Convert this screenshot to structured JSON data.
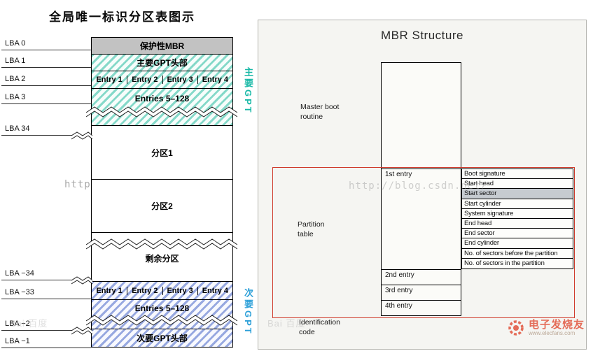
{
  "left_diagram": {
    "title": "全局唯一标识分区表图示",
    "lba_labels": [
      "LBA 0",
      "LBA 1",
      "LBA 2",
      "LBA 3",
      "LBA 34",
      "LBA −34",
      "LBA −33",
      "LBA −2",
      "LBA −1"
    ],
    "blocks": {
      "protective_mbr": "保护性MBR",
      "primary_gpt_header": "主要GPT头部",
      "primary_entries": [
        "Entry 1",
        "Entry 2",
        "Entry 3",
        "Entry 4"
      ],
      "primary_entries_rest": "Entries 5–128",
      "partition_1": "分区1",
      "partition_2": "分区2",
      "remaining_partitions": "剩余分区",
      "secondary_entries": [
        "Entry 1",
        "Entry 2",
        "Entry 3",
        "Entry 4"
      ],
      "secondary_entries_rest": "Entries 5–128",
      "secondary_gpt_header": "次要GPT头部"
    },
    "side_labels": {
      "primary_gpt": "主要GPT",
      "secondary_gpt": "次要GPT"
    },
    "colors": {
      "primary_stripe": "#85d9c9",
      "secondary_stripe": "#97a8e0",
      "protective_gray": "#c2c2c2",
      "primary_label": "#17b8a6",
      "secondary_label": "#2b9fd8"
    }
  },
  "right_diagram": {
    "title": "MBR Structure",
    "section_labels": {
      "master_boot": "Master boot routine",
      "partition_table": "Partition table",
      "identification": "Identification code"
    },
    "entries": [
      "1st entry",
      "2nd entry",
      "3rd entry",
      "4th entry"
    ],
    "entry_fields": [
      "Boot signature",
      "Start head",
      "Start sector",
      "Start cylinder",
      "System signature",
      "End head",
      "End sector",
      "End cylinder",
      "No. of sectors before the partition",
      "No. of sectors in the partition"
    ],
    "frame_color": "#cf3a2b"
  },
  "watermarks": {
    "csdn_left": "http://blog.csdn.net/",
    "csdn_right": "http://blog.csdn.net/",
    "baidu_left": "Bai 百度",
    "baidu_right": "Bai 百度",
    "elecfans_name": "电子发烧友",
    "elecfans_url": "www.elecfans.com"
  }
}
